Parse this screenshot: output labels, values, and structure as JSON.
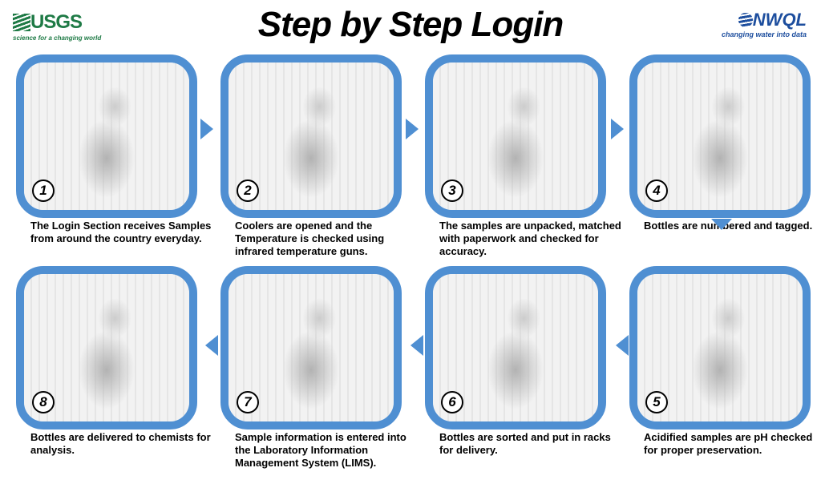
{
  "header": {
    "title": "Step by Step Login",
    "logo_left": {
      "name": "USGS",
      "tagline": "science for a changing world"
    },
    "logo_right": {
      "name": "NWQL",
      "tagline": "changing water into data"
    }
  },
  "colors": {
    "frame": "#4f8fd2",
    "usgs": "#1e7a45",
    "nwql": "#1d4e9e"
  },
  "steps": [
    {
      "number": "1",
      "caption": "The Login Section receives Samples from around the country everyday."
    },
    {
      "number": "2",
      "caption": "Coolers are opened and the Temperature is checked using infrared temperature guns."
    },
    {
      "number": "3",
      "caption": "The samples are unpacked, matched with paperwork and checked for accuracy."
    },
    {
      "number": "4",
      "caption": "Bottles are numbered and tagged."
    },
    {
      "number": "5",
      "caption": "Acidified samples are pH checked for proper preservation."
    },
    {
      "number": "6",
      "caption": "Bottles are sorted and put in racks for delivery."
    },
    {
      "number": "7",
      "caption": "Sample information is entered into the Laboratory Information Management System (LIMS)."
    },
    {
      "number": "8",
      "caption": "Bottles are delivered to chemists for analysis."
    }
  ]
}
